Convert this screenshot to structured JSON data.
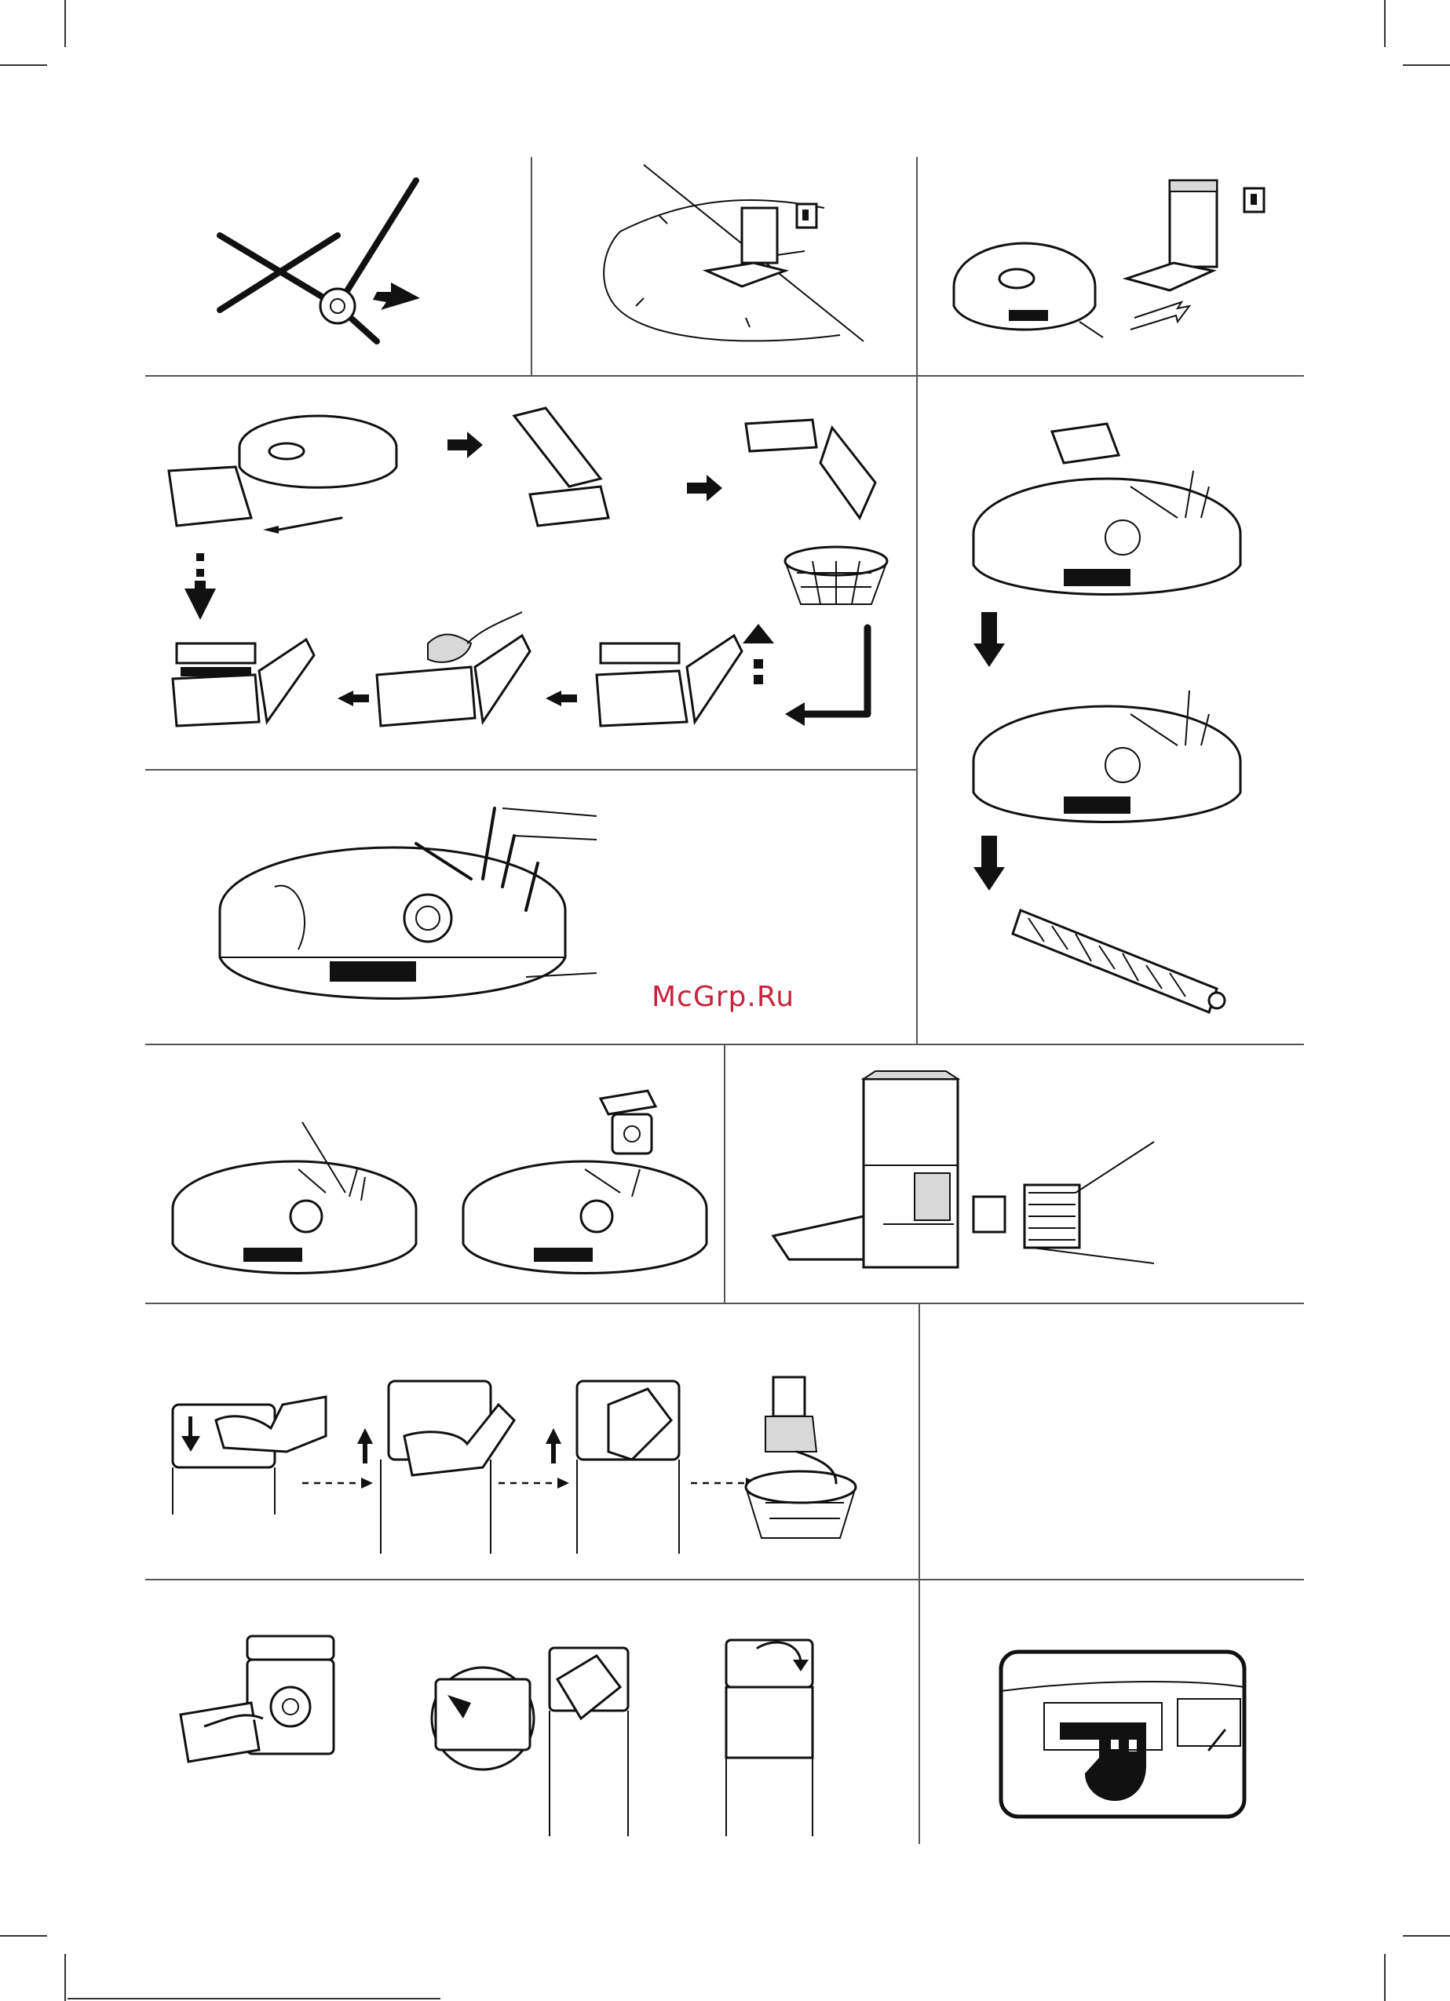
{
  "page": {
    "watermark": "McGrp.Ru"
  },
  "panels": [
    {
      "id": "side-brush",
      "icon": "side-brush-icon"
    },
    {
      "id": "dock-placement",
      "icon": "dock-clearance-icon"
    },
    {
      "id": "robot-docking",
      "icon": "robot-return-to-dock-icon"
    },
    {
      "id": "dustbin-emptying",
      "icon": "dustbin-cleaning-sequence-icon"
    },
    {
      "id": "main-brush-removal",
      "icon": "main-brush-removal-icon"
    },
    {
      "id": "robot-underside-parts",
      "icon": "robot-underside-icon"
    },
    {
      "id": "wheel-and-sensor",
      "icon": "wheel-module-icon"
    },
    {
      "id": "dock-filter",
      "icon": "dock-filter-icon"
    },
    {
      "id": "dust-bag-replacement",
      "icon": "dust-bag-replacement-icon"
    },
    {
      "id": "dock-lid-cleaning",
      "icon": "dock-lid-cleaning-icon"
    },
    {
      "id": "bumper-press",
      "icon": "bumper-press-icon"
    }
  ]
}
